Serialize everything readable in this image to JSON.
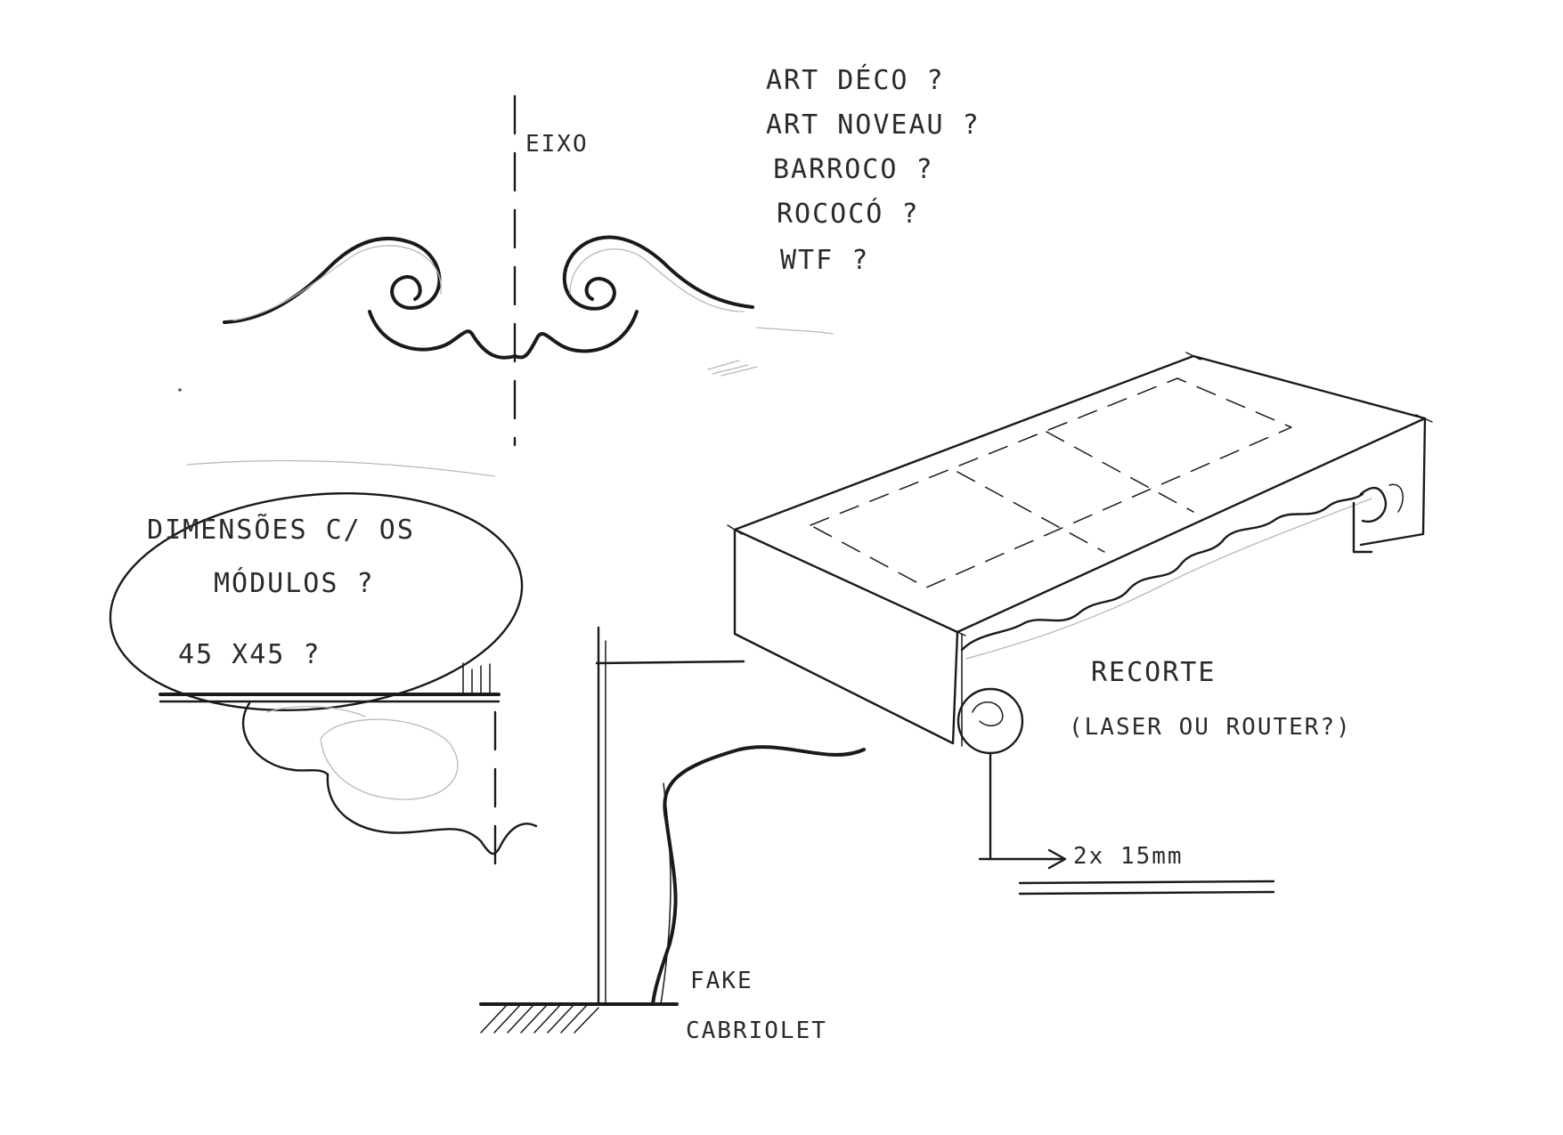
{
  "styles_question": {
    "lines": [
      "ART DÉCO ?",
      "ART NOVEAU ?",
      "BARROCO ?",
      "ROCOCÓ ?",
      "WTF ?"
    ]
  },
  "axis_label": "EIXO",
  "dimensions_note": {
    "line1": "DIMENSÕES C/ OS",
    "line2": "MÓDULOS ?",
    "line3": "45 X45 ?"
  },
  "cutout_note": {
    "title": "RECORTE",
    "subtitle": "(LASER OU ROUTER?)"
  },
  "thickness_note": "2x 15mm",
  "leg_note": {
    "line1": "FAKE",
    "line2": "CABRIOLET"
  },
  "colors": {
    "ink": "#1a1a1a",
    "pencil_ghost": "#b8b8b8",
    "paper": "#ffffff"
  }
}
